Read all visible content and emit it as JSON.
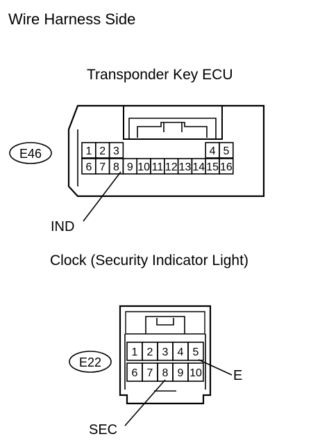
{
  "page": {
    "title": "Wire Harness Side"
  },
  "connector1": {
    "name": "Transponder Key ECU",
    "code": "E46",
    "top_row": [
      "1",
      "2",
      "3",
      "4",
      "5"
    ],
    "bottom_row": [
      "6",
      "7",
      "8",
      "9",
      "10",
      "11",
      "12",
      "13",
      "14",
      "15",
      "16"
    ],
    "callouts": [
      {
        "pin": "8",
        "label": "IND"
      }
    ]
  },
  "connector2": {
    "name": "Clock (Security Indicator Light)",
    "code": "E22",
    "top_row": [
      "1",
      "2",
      "3",
      "4",
      "5"
    ],
    "bottom_row": [
      "6",
      "7",
      "8",
      "9",
      "10"
    ],
    "callouts": [
      {
        "pin": "5",
        "label": "E"
      },
      {
        "pin": "8",
        "label": "SEC"
      }
    ]
  }
}
